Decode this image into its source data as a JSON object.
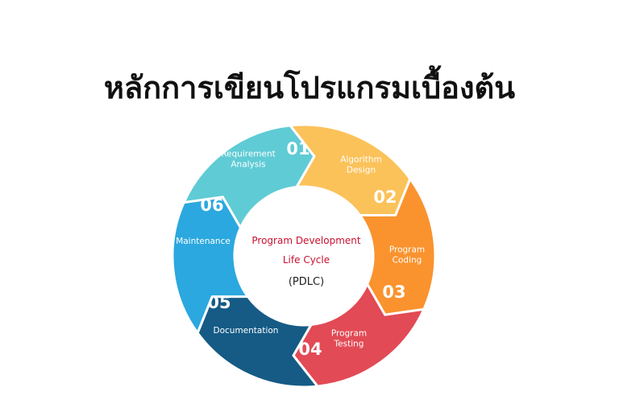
{
  "title": "หลักการเขียนโปรแกรมเบื้องต้น",
  "center": {
    "line1": "Program Development",
    "line2": "Life Cycle",
    "abbr": "(PDLC)"
  },
  "colors": {
    "center_text": "#c8102e",
    "segment_colors": [
      "#5fcbd5",
      "#fbc25a",
      "#fa932e",
      "#e24a55",
      "#155b85",
      "#2ba8df"
    ]
  },
  "segments": [
    {
      "number": "01",
      "label": [
        "Requirement",
        "Analysis"
      ],
      "color": "#5fcbd5"
    },
    {
      "number": "02",
      "label": [
        "Algorithm",
        "Design"
      ],
      "color": "#fbc25a"
    },
    {
      "number": "03",
      "label": [
        "Program",
        "Coding"
      ],
      "color": "#fa932e"
    },
    {
      "number": "04",
      "label": [
        "Program",
        "Testing"
      ],
      "color": "#e24a55"
    },
    {
      "number": "05",
      "label": [
        "Documentation"
      ],
      "color": "#155b85"
    },
    {
      "number": "06",
      "label": [
        "Maintenance"
      ],
      "color": "#2ba8df"
    }
  ]
}
